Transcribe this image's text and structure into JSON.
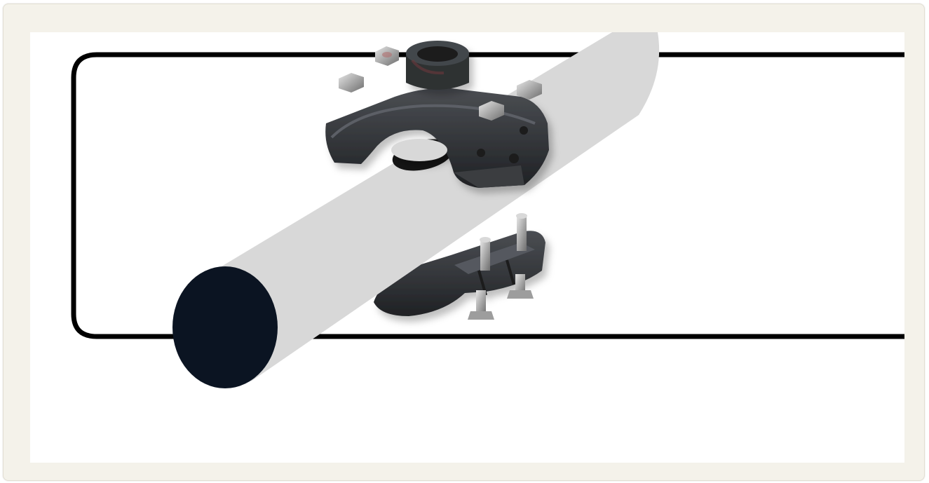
{
  "illustration": {
    "subject": "pipe-saddle-clamp-exploded-view",
    "colors": {
      "frame": "#f4f2ea",
      "canvas": "#ffffff",
      "outline": "#000000",
      "pipe_body": "#d8d8d8",
      "pipe_end": "#0b1422",
      "saddle": "#2e3033",
      "saddle_highlight": "#4a4d52",
      "bolt_steel": "#b8b8b8"
    },
    "icons": [
      "pipe",
      "saddle-upper-half",
      "saddle-lower-half",
      "hex-nut",
      "bolt",
      "threaded-outlet"
    ]
  }
}
